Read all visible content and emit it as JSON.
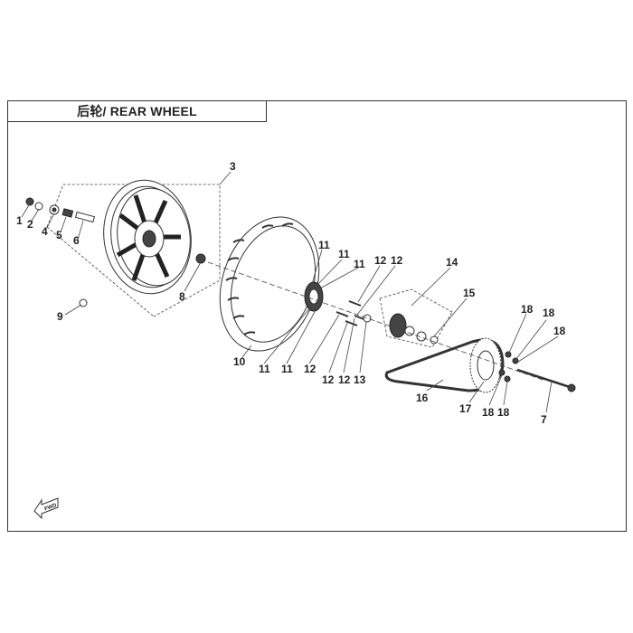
{
  "title": "后轮/ REAR WHEEL",
  "labels": [
    "1",
    "2",
    "3",
    "4",
    "5",
    "6",
    "7",
    "8",
    "9",
    "10",
    "11",
    "12",
    "13",
    "14",
    "15",
    "16",
    "17",
    "18"
  ],
  "fwd_label": "FWD"
}
